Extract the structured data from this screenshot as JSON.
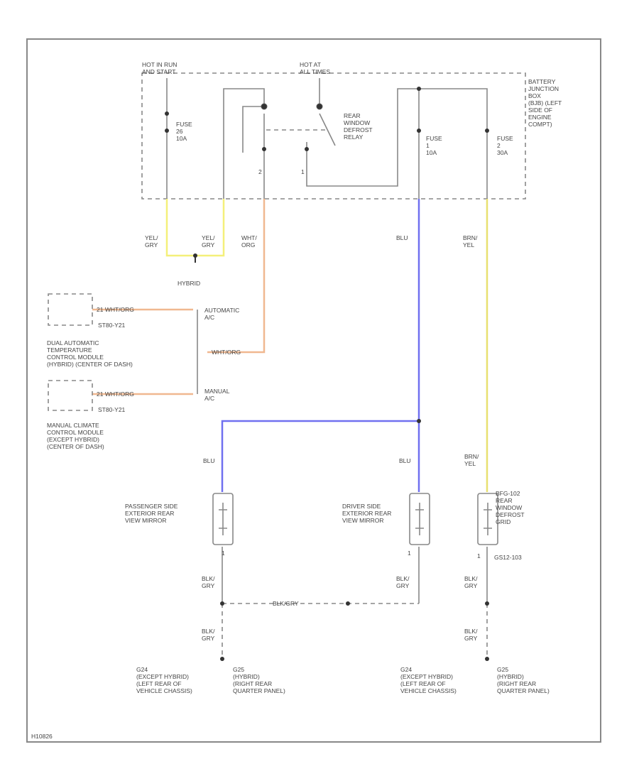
{
  "wire_colors": {
    "yel_gry": "#f4f07a",
    "wht_org": "#f0b890",
    "blu": "#7070f0",
    "brn_yel": "#e8e070",
    "default": "#888888"
  },
  "labels": {
    "hot_run_start": [
      "HOT IN RUN",
      "AND START"
    ],
    "hot_all_times": [
      "HOT AT",
      "ALL TIMES"
    ],
    "bjb": [
      "BATTERY",
      "JUNCTION",
      "BOX",
      "(BJB) (LEFT",
      "SIDE OF",
      "ENGINE",
      "COMPT)"
    ],
    "fuse_26": [
      "FUSE",
      "26",
      "10A"
    ],
    "relay": [
      "REAR",
      "WINDOW",
      "DEFROST",
      "RELAY"
    ],
    "fuse_1": [
      "FUSE",
      "1",
      "10A"
    ],
    "fuse_2": [
      "FUSE",
      "2",
      "30A"
    ],
    "pin2_a": "2",
    "pin1": "1",
    "w_yel_gry_1": [
      "YEL/",
      "GRY"
    ],
    "w_yel_gry_2": [
      "YEL/",
      "GRY"
    ],
    "w_wht_org": [
      "WHT/",
      "ORG"
    ],
    "w_blu_top": "BLU",
    "w_brn_yel_top": [
      "BRN/",
      "YEL"
    ],
    "hybrid": "HYBRID",
    "auto_ac": [
      "AUTOMATIC",
      "A/C"
    ],
    "manual_ac": [
      "MANUAL",
      "A/C"
    ],
    "auto_pin": "21 WHT/ORG",
    "auto_conn": "ST80-Y21",
    "mid_wht_org": "WHT/ORG",
    "manual_pin": "21 WHT/ORG",
    "manual_conn": "ST80-Y21",
    "datc": [
      "DUAL AUTOMATIC",
      "TEMPERATURE",
      "CONTROL MODULE",
      "(HYBRID) (CENTER OF DASH)"
    ],
    "mcc": [
      "MANUAL CLIMATE",
      "CONTROL MODULE",
      "(EXCEPT HYBRID)",
      "(CENTER OF DASH)"
    ],
    "w_blu_left": "BLU",
    "w_blu_right": "BLU",
    "w_brn_yel_bot": [
      "BRN/",
      "YEL"
    ],
    "pass_mirror": [
      "PASSENGER SIDE",
      "EXTERIOR REAR",
      "VIEW MIRROR"
    ],
    "driver_mirror": [
      "DRIVER SIDE",
      "EXTERIOR REAR",
      "VIEW MIRROR"
    ],
    "defrost_grid": [
      "BFG-102",
      "REAR",
      "WINDOW",
      "DEFROST",
      "GRID"
    ],
    "pass_pin": "1",
    "driver_pin": "1",
    "grid_pin": "1",
    "grid_conn": "GS12-103",
    "g_blk_gry_1": [
      "BLK/",
      "GRY"
    ],
    "g_blk_gry_2": [
      "BLK/",
      "GRY"
    ],
    "g_blk_gry_3": [
      "BLK/",
      "GRY"
    ],
    "g_blk_gry_mid": "BLK/GRY",
    "g_blk_gry_4": [
      "BLK/",
      "GRY"
    ],
    "g_blk_gry_5": [
      "BLK/",
      "GRY"
    ],
    "g_g224_left": [
      "G24",
      "(EXCEPT HYBRID)",
      "(LEFT REAR OF",
      "VEHICLE CHASSIS)"
    ],
    "g_g225_left": [
      "G25",
      "(HYBRID)",
      "(RIGHT REAR",
      "QUARTER PANEL)"
    ],
    "g_g224_right": [
      "G24",
      "(EXCEPT HYBRID)",
      "(LEFT REAR OF",
      "VEHICLE CHASSIS)"
    ],
    "g_g225_right": [
      "G25",
      "(HYBRID)",
      "(RIGHT REAR",
      "QUARTER PANEL)"
    ],
    "corner_code": "H10826"
  }
}
